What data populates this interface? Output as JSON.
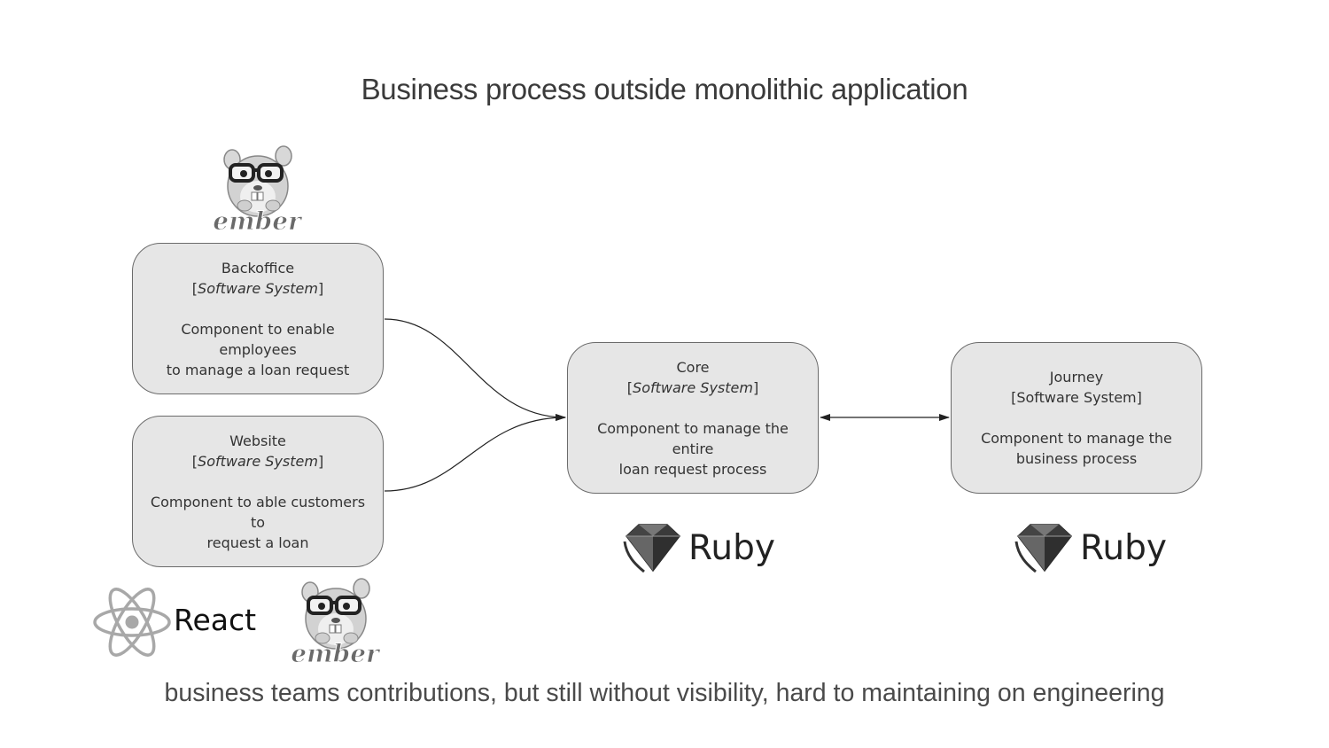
{
  "title": "Business process outside monolithic application",
  "caption": "business teams contributions, but still without visibility, hard to maintaining on engineering",
  "boxes": {
    "backoffice": {
      "name": "Backoffice",
      "type": "Software System",
      "description_line1": "Component to enable employees",
      "description_line2": "to manage a loan request"
    },
    "website": {
      "name": "Website",
      "type": "Software System",
      "description_line1": "Component to able customers to",
      "description_line2": "request a loan"
    },
    "core": {
      "name": "Core",
      "type": "Software System",
      "description_line1": "Component to manage the entire",
      "description_line2": "loan request process"
    },
    "journey": {
      "name": "Journey",
      "type": "Software System",
      "description_line1": "Component to manage the",
      "description_line2": "business process"
    }
  },
  "logos": {
    "ember_top": {
      "icon": "ember-hamster-icon",
      "text": "ember"
    },
    "ember_bottom": {
      "icon": "ember-hamster-icon",
      "text": "ember"
    },
    "react": {
      "icon": "react-atom-icon",
      "text": "React"
    },
    "ruby_core": {
      "icon": "ruby-gem-icon",
      "text": "Ruby"
    },
    "ruby_journey": {
      "icon": "ruby-gem-icon",
      "text": "Ruby"
    }
  },
  "colors": {
    "box_fill": "#e6e6e6",
    "box_border": "#6b6b6b",
    "connector": "#222222"
  }
}
